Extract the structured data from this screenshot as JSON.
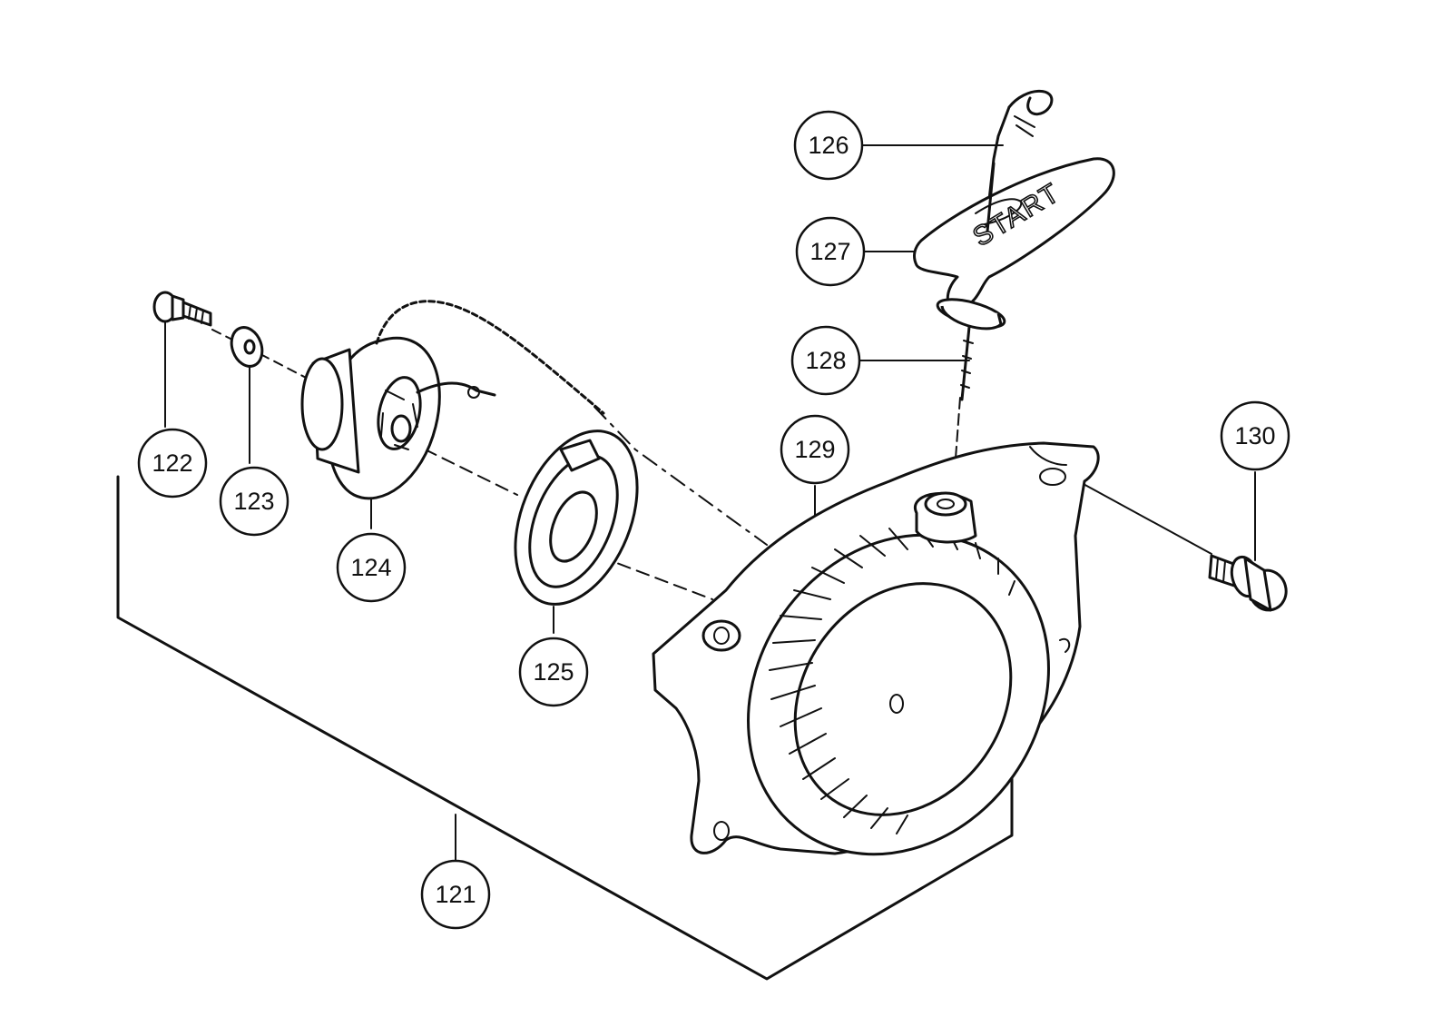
{
  "callouts": [
    {
      "id": "121",
      "label": "121"
    },
    {
      "id": "122",
      "label": "122"
    },
    {
      "id": "123",
      "label": "123"
    },
    {
      "id": "124",
      "label": "124"
    },
    {
      "id": "125",
      "label": "125"
    },
    {
      "id": "126",
      "label": "126"
    },
    {
      "id": "127",
      "label": "127"
    },
    {
      "id": "128",
      "label": "128"
    },
    {
      "id": "129",
      "label": "129"
    },
    {
      "id": "130",
      "label": "130"
    }
  ],
  "handle_label": "START"
}
